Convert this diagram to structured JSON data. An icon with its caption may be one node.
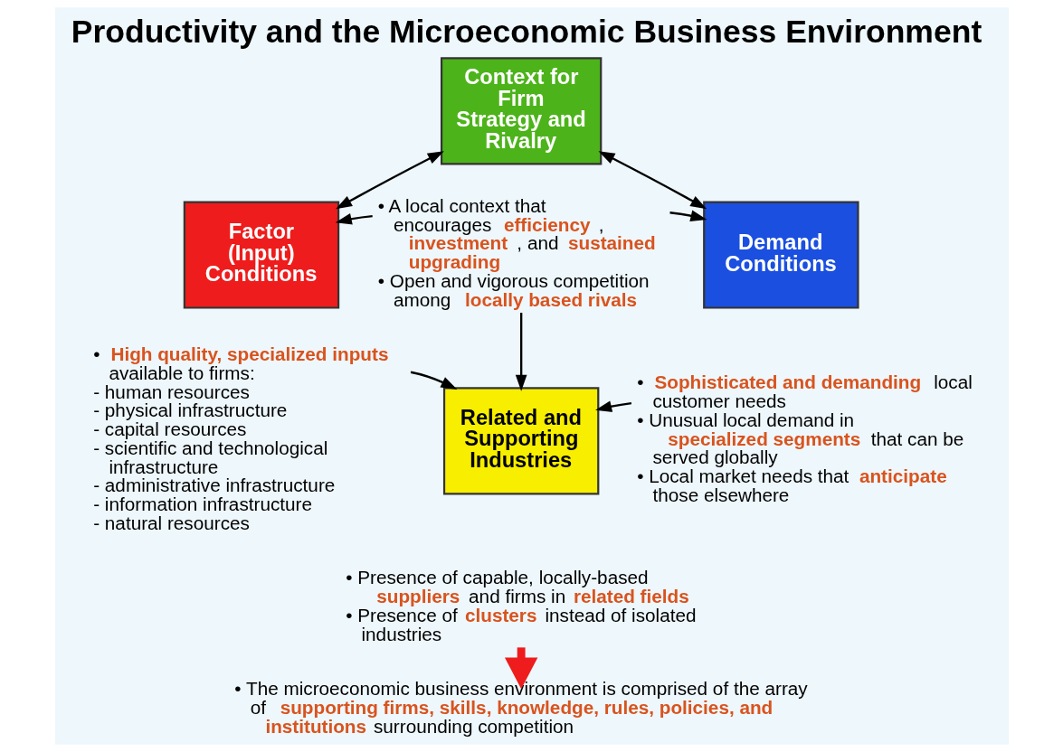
{
  "diagram": {
    "title": "Productivity and the Microeconomic Business Environment",
    "nodes": [
      {
        "text": [
          "Context for Firm Strategy and Rivalry"
        ]
      },
      {
        "text": [
          "Factor (Input) Conditions"
        ]
      },
      {
        "text": [
          "• A local context that encourages **efficiency**, **investment**, and **sustained upgrading**",
          "• Open and vigorous competition among **locally based rivals**"
        ]
      },
      {
        "text": [
          "Demand Conditions"
        ]
      },
      {
        "text": [
          "• **High quality, specialized inputs** available to firms:",
          "- human resources",
          "- physical infrastructure",
          "- capital resources",
          "- scientific and technological infrastructure",
          "- administrative infrastructure",
          "- information infrastructure",
          "- natural resources"
        ]
      },
      {
        "text": [
          "Related and Supporting Industries"
        ]
      },
      {
        "text": [
          "• **Sophisticated and demanding** local customer needs",
          "• Unusual local demand in **specialized segments** that can be served globally",
          "• Local market needs that **anticipate** those elsewhere"
        ]
      },
      {
        "text": [
          "• Presence of capable, locally-based **suppliers** and firms in **related fields**",
          "• Presence of **clusters** instead of isolated industries"
        ]
      },
      {
        "text": [
          "• The microeconomic business environment is comprised of the array of **supporting firms, skills, knowledge, rules, policies, and institutions** surrounding competition"
        ]
      }
    ],
    "edges": [
      {
        "from": 0,
        "to": 1,
        "arrow": "both"
      },
      {
        "from": 0,
        "to": 3,
        "arrow": "both"
      },
      {
        "from": 2,
        "to": 1,
        "arrow": "to"
      },
      {
        "from": 2,
        "to": 3,
        "arrow": "to"
      },
      {
        "from": 2,
        "to": 5,
        "arrow": "to"
      },
      {
        "from": 4,
        "to": 5,
        "arrow": "to"
      },
      {
        "from": 6,
        "to": 5,
        "arrow": "to"
      },
      {
        "from": 7,
        "to": 8,
        "arrow": "to",
        "style": "thick",
        "color": "#ee1c1c"
      }
    ]
  }
}
